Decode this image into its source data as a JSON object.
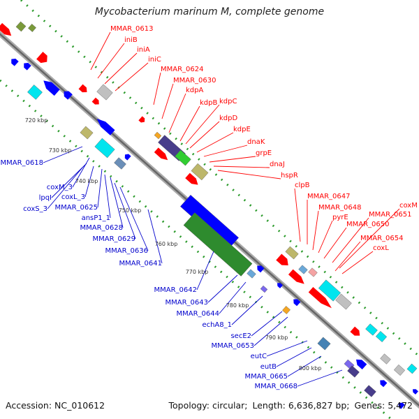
{
  "title": "Mycobacterium marinum M, complete genome",
  "footer": {
    "accession_label": "Accession:",
    "accession": "NC_010612",
    "topology_label": "Topology:",
    "topology": "circular;",
    "length_label": "Length:",
    "length": "6,636,827 bp;",
    "genes_label": "Genes:",
    "genes": "5,472"
  },
  "kbp_ticks": [
    "720 kbp",
    "730 kbp",
    "740 kbp",
    "750 kbp",
    "760 kbp",
    "770 kbp",
    "780 kbp",
    "790 kbp",
    "800 kbp"
  ],
  "red_labels": [
    "MMAR_0613",
    "iniB",
    "iniA",
    "iniC",
    "MMAR_0624",
    "MMAR_0630",
    "kdpA",
    "kdpB",
    "kdpC",
    "kdpD",
    "kdpE",
    "dnaK",
    "grpE",
    "dnaJ",
    "hspR",
    "clpB",
    "MMAR_0647",
    "MMAR_0648",
    "pyrE",
    "MMAR_0650",
    "MMAR_0651",
    "coxM",
    "MMAR_0654",
    "coxL"
  ],
  "blue_labels": [
    "MMAR_0618",
    "coxM_3",
    "lpqI",
    "coxL_3",
    "coxS_3",
    "MMAR_0625",
    "ansP1_1",
    "MMAR_0628",
    "MMAR_0629",
    "MMAR_0636",
    "MMAR_0641",
    "MMAR_0642",
    "MMAR_0643",
    "MMAR_0644",
    "echA8_1",
    "secE2",
    "MMAR_0653",
    "eutC",
    "eutB",
    "MMAR_0665",
    "MMAR_0668"
  ],
  "colors": {
    "forward": "#ff0000",
    "reverse": "#0000ff",
    "backbone": "#999999",
    "ticks": "#228b22",
    "big_gene": "#2e8b2e",
    "cyan": "#00e5ee",
    "khaki": "#bdb76b",
    "slate": "#483d8b",
    "gray": "#c0c0c0"
  }
}
